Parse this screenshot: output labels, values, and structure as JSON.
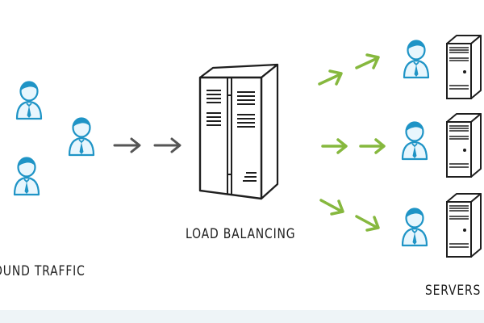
{
  "labels": {
    "inbound": "OUND TRAFFIC",
    "load_balancing": "LOAD BALANCING",
    "servers": "SERVERS"
  },
  "colors": {
    "user_outline": "#1f94c6",
    "user_fill": "#e8f6fd",
    "ink": "#1e1e1e",
    "incoming_arrow": "#555555",
    "outgoing_arrow": "#86b83e",
    "background": "#ffffff"
  },
  "icons": {
    "user": "user-icon",
    "load_balancer": "load-balancer-server-icon",
    "server": "server-tower-icon",
    "arrow": "arrow-right-icon"
  }
}
